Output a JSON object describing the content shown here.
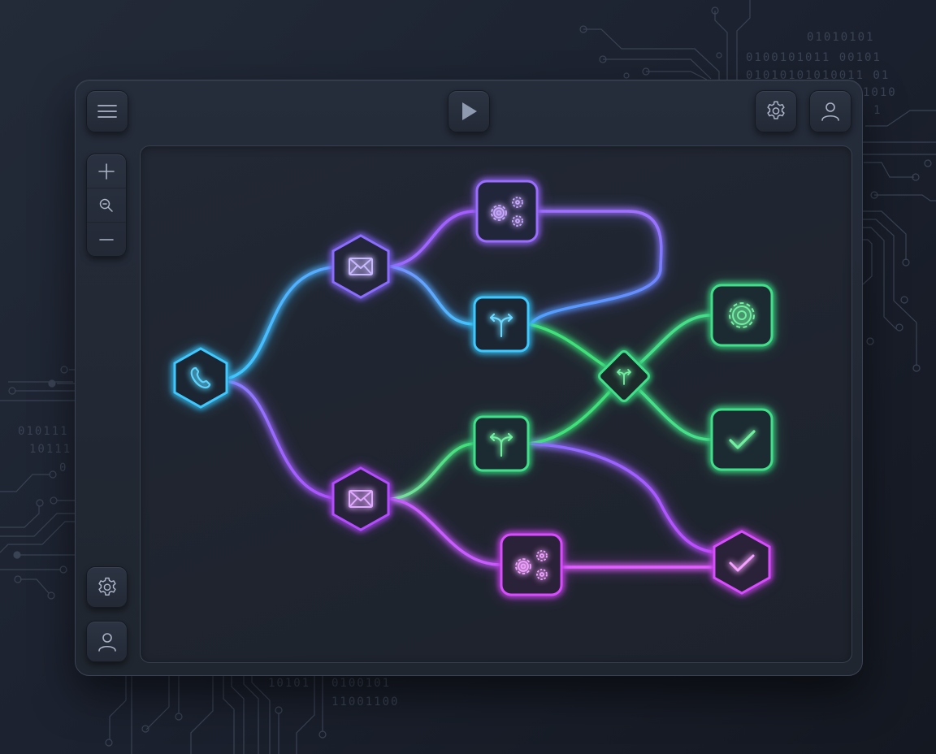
{
  "toolbar": {
    "menu_icon": "hamburger-menu-icon",
    "run_icon": "play-icon",
    "settings_icon": "gear-icon",
    "profile_icon": "user-icon"
  },
  "zoom_controls": {
    "items": [
      {
        "name": "zoom-in",
        "icon": "plus-icon"
      },
      {
        "name": "zoom-fit",
        "icon": "magnifier-minus-icon"
      },
      {
        "name": "zoom-out",
        "icon": "minus-icon"
      }
    ]
  },
  "sidebar_bottom": {
    "items": [
      {
        "name": "settings",
        "icon": "gear-icon"
      },
      {
        "name": "profile",
        "icon": "user-icon"
      }
    ]
  },
  "colors": {
    "cyan": "#3ec8ff",
    "blue": "#4aa6ff",
    "violet": "#8a5cff",
    "purple": "#a45cff",
    "green": "#3fe07a",
    "teal_green": "#35d88a",
    "magenta": "#d84cff"
  },
  "workflow": {
    "nodes": [
      {
        "id": "call-trigger",
        "shape": "hexagon",
        "icon": "phone-icon",
        "color": "#3ec8ff"
      },
      {
        "id": "email-top",
        "shape": "hexagon",
        "icon": "envelope-icon",
        "color": "#8a6cff"
      },
      {
        "id": "process-top",
        "shape": "rounded-square",
        "icon": "gears-icon",
        "color": "#9a5cff"
      },
      {
        "id": "split-top",
        "shape": "rounded-square",
        "icon": "split-arrows-icon",
        "color": "#3ec8ff"
      },
      {
        "id": "decision",
        "shape": "diamond",
        "icon": "split-arrows-icon",
        "color": "#3fe07a"
      },
      {
        "id": "settings-output",
        "shape": "rounded-square",
        "icon": "gear-icon",
        "color": "#3fe08a"
      },
      {
        "id": "success-output",
        "shape": "rounded-square",
        "icon": "check-icon",
        "color": "#3fe08a"
      },
      {
        "id": "split-bottom",
        "shape": "rounded-square",
        "icon": "split-arrows-icon",
        "color": "#3fe08a"
      },
      {
        "id": "email-bottom",
        "shape": "hexagon",
        "icon": "envelope-icon",
        "color": "#b44cff"
      },
      {
        "id": "process-bottom",
        "shape": "rounded-square",
        "icon": "gears-icon",
        "color": "#d84cff"
      },
      {
        "id": "complete",
        "shape": "hexagon",
        "icon": "check-icon",
        "color": "#d84cff"
      }
    ],
    "edges": [
      {
        "from": "call-trigger",
        "to": "email-top"
      },
      {
        "from": "call-trigger",
        "to": "email-bottom"
      },
      {
        "from": "email-top",
        "to": "process-top"
      },
      {
        "from": "email-top",
        "to": "split-top"
      },
      {
        "from": "process-top",
        "to": "split-top"
      },
      {
        "from": "split-top",
        "to": "decision"
      },
      {
        "from": "split-bottom",
        "to": "decision"
      },
      {
        "from": "decision",
        "to": "settings-output"
      },
      {
        "from": "decision",
        "to": "success-output"
      },
      {
        "from": "email-bottom",
        "to": "split-bottom"
      },
      {
        "from": "email-bottom",
        "to": "process-bottom"
      },
      {
        "from": "split-bottom",
        "to": "complete"
      },
      {
        "from": "process-bottom",
        "to": "complete"
      }
    ]
  },
  "background": {
    "binary_lines": [
      "01010101",
      "0100101011 00101",
      "01010101010011 01",
      "1010",
      "1"
    ],
    "binary_left": [
      "010111",
      "10111",
      "0"
    ],
    "binary_bottom": [
      "10101",
      "0100101",
      "11001100"
    ]
  }
}
